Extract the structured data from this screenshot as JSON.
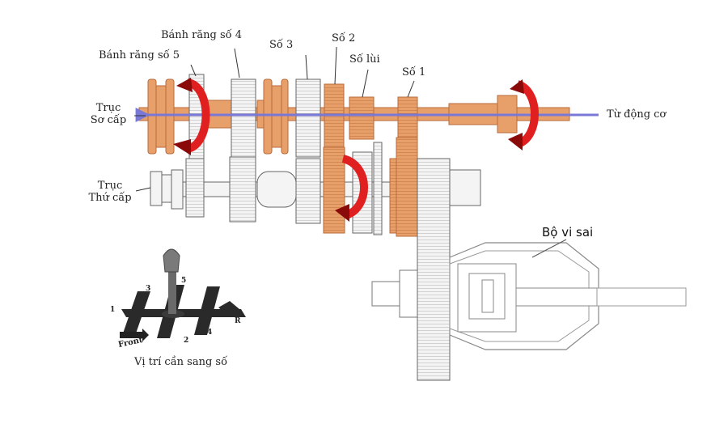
{
  "labels": {
    "gear4": "Bánh răng số 4",
    "gear5": "Bánh răng số 5",
    "so3": "Số 3",
    "so2": "Số 2",
    "so_lui": "Số lùi",
    "so1": "Số 1",
    "primary_line1": "Trục",
    "primary_line2": "Sơ cấp",
    "secondary_line1": "Trục",
    "secondary_line2": "Thứ cấp",
    "from_engine": "Từ động cơ",
    "differential": "Bộ vi sai",
    "shifter_caption": "Vị trí cần sang số"
  },
  "shift_pattern": {
    "front": "Front",
    "positions": [
      "1",
      "2",
      "3",
      "4",
      "5",
      "R"
    ]
  },
  "colors": {
    "copper": "#e8a06a",
    "copper_dark": "#b86a3a",
    "arrow_red": "#e02020",
    "flow_blue": "#7a78d6",
    "gear_white": "#f4f4f4",
    "outline": "#555555"
  }
}
